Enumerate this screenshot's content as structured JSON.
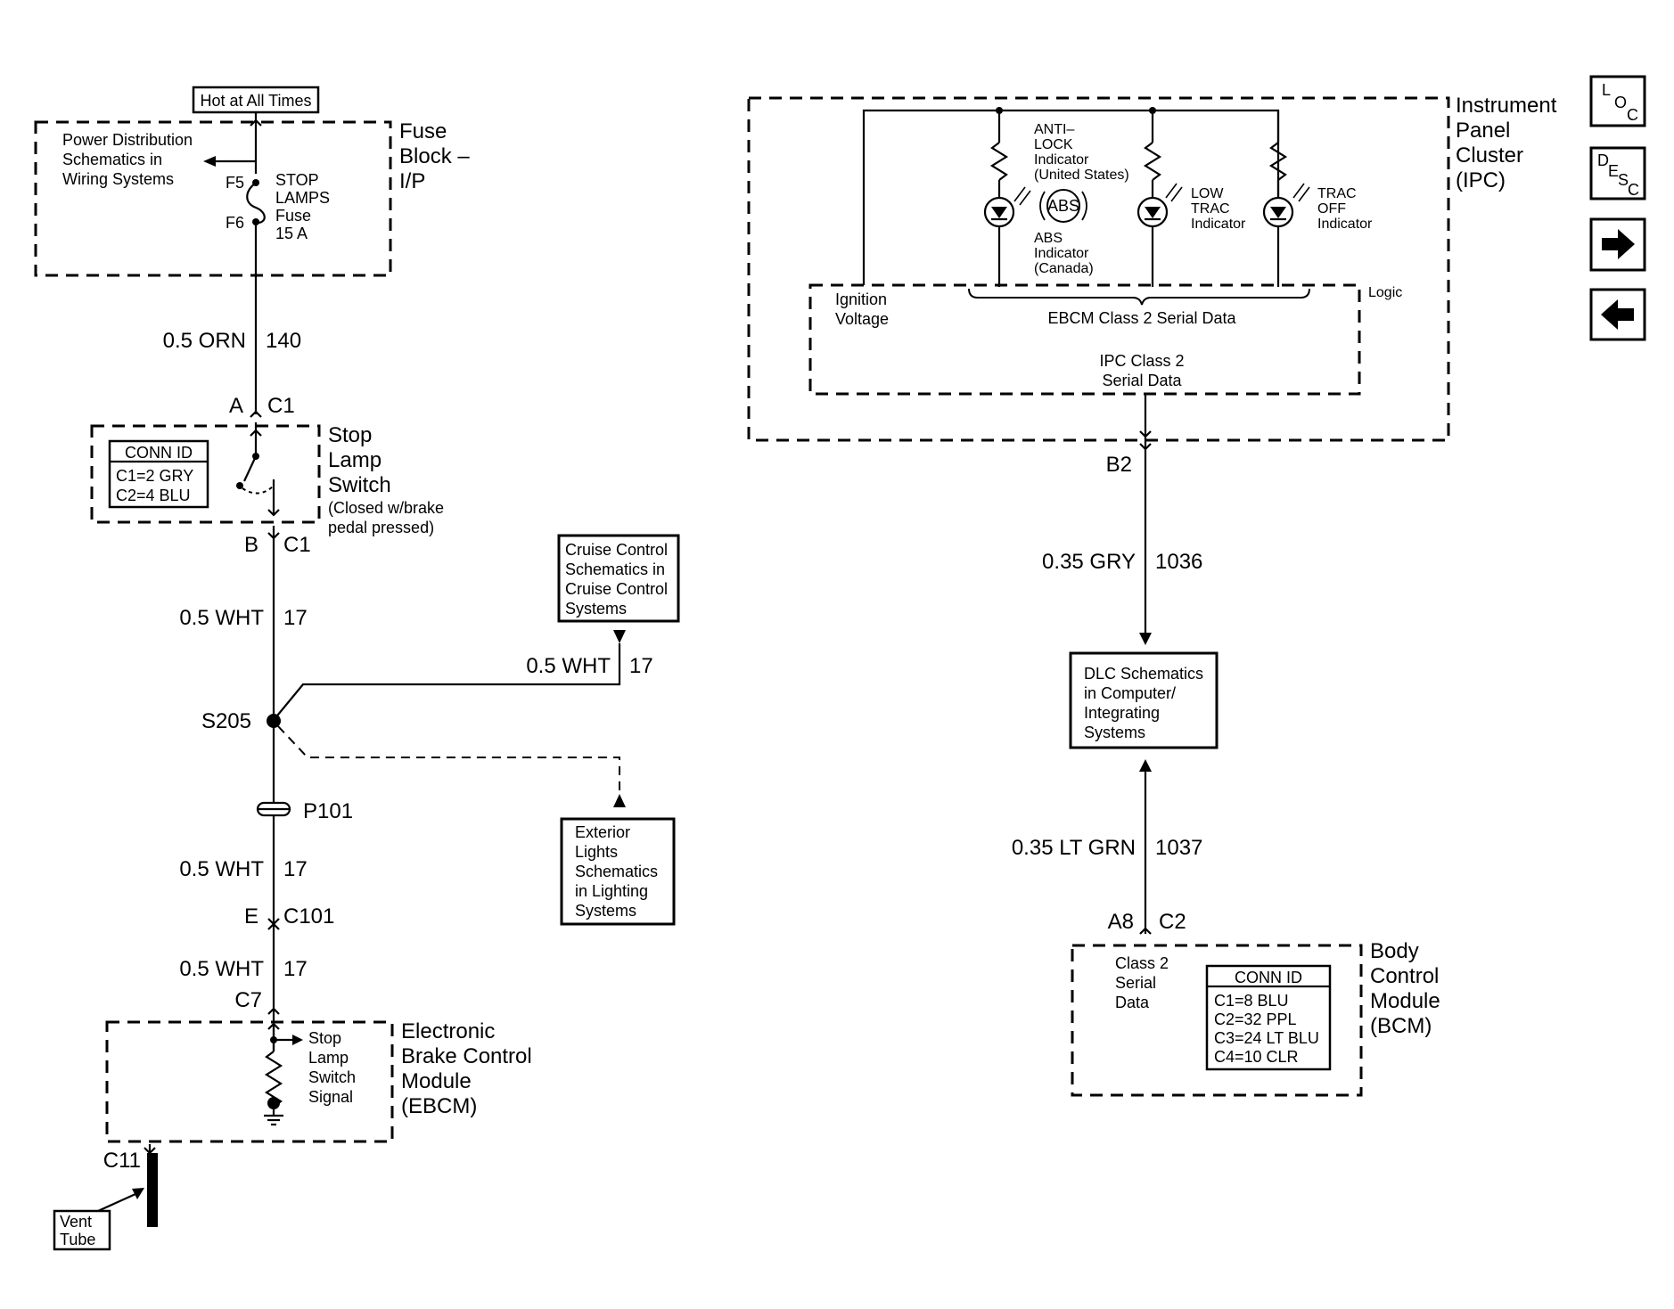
{
  "fuse_block": {
    "hot_label": "Hot at All Times",
    "power_dist": [
      "Power Distribution",
      "Schematics in",
      "Wiring Systems"
    ],
    "f5": "F5",
    "f6": "F6",
    "fuse": [
      "STOP",
      "LAMPS",
      "Fuse",
      "15 A"
    ],
    "title": [
      "Fuse",
      "Block –",
      "I/P"
    ]
  },
  "wire_orn": {
    "gauge": "0.5 ORN",
    "circuit": "140"
  },
  "stop_lamp_switch": {
    "pin_a": "A",
    "conn_a": "C1",
    "conn_id_title": "CONN ID",
    "conn_id": [
      "C1=2 GRY",
      "C2=4 BLU"
    ],
    "title": [
      "Stop",
      "Lamp",
      "Switch"
    ],
    "note": [
      "(Closed w/brake",
      "pedal pressed)"
    ],
    "pin_b": "B",
    "conn_b": "C1"
  },
  "wire_wht1": {
    "gauge": "0.5 WHT",
    "circuit": "17"
  },
  "cruise": {
    "box": [
      "Cruise Control",
      "Schematics in",
      "Cruise Control",
      "Systems"
    ],
    "gauge": "0.5 WHT",
    "circuit": "17"
  },
  "splice": "S205",
  "exterior": [
    "Exterior",
    "Lights",
    "Schematics",
    "in Lighting",
    "Systems"
  ],
  "p101": "P101",
  "wire_wht2": {
    "gauge": "0.5 WHT",
    "circuit": "17"
  },
  "c101": {
    "pin": "E",
    "conn": "C101"
  },
  "wire_wht3": {
    "gauge": "0.5 WHT",
    "circuit": "17"
  },
  "ebcm": {
    "conn": "C7",
    "signal": [
      "Stop",
      "Lamp",
      "Switch",
      "Signal"
    ],
    "title": [
      "Electronic",
      "Brake Control",
      "Module",
      "(EBCM)"
    ],
    "c11": "C11",
    "vent": [
      "Vent",
      "Tube"
    ]
  },
  "ipc": {
    "title": [
      "Instrument",
      "Panel",
      "Cluster",
      "(IPC)"
    ],
    "antilock": [
      "ANTI–",
      "LOCK",
      "Indicator",
      "(United States)"
    ],
    "abs_symbol": "ABS",
    "abs": [
      "ABS",
      "Indicator",
      "(Canada)"
    ],
    "low_trac": [
      "LOW",
      "TRAC",
      "Indicator"
    ],
    "trac_off": [
      "TRAC",
      "OFF",
      "Indicator"
    ],
    "logic": "Logic",
    "ignition": [
      "Ignition",
      "Voltage"
    ],
    "ebcm_data": "EBCM Class 2 Serial Data",
    "ipc_data": [
      "IPC Class 2",
      "Serial Data"
    ],
    "b2": "B2"
  },
  "wire_gry": {
    "gauge": "0.35 GRY",
    "circuit": "1036"
  },
  "dlc": [
    "DLC Schematics",
    "in Computer/",
    "Integrating",
    "Systems"
  ],
  "wire_ltgrn": {
    "gauge": "0.35 LT GRN",
    "circuit": "1037"
  },
  "bcm": {
    "pin": "A8",
    "conn": "C2",
    "class2": [
      "Class 2",
      "Serial",
      "Data"
    ],
    "conn_id_title": "CONN ID",
    "conn_id": [
      "C1=8 BLU",
      "C2=32 PPL",
      "C3=24 LT BLU",
      "C4=10 CLR"
    ],
    "title": [
      "Body",
      "Control",
      "Module",
      "(BCM)"
    ]
  },
  "nav": {
    "loc": {
      "l": "L",
      "o": "O",
      "c": "C"
    },
    "desc": {
      "d": "D",
      "e": "E",
      "s": "S",
      "c": "C"
    }
  }
}
